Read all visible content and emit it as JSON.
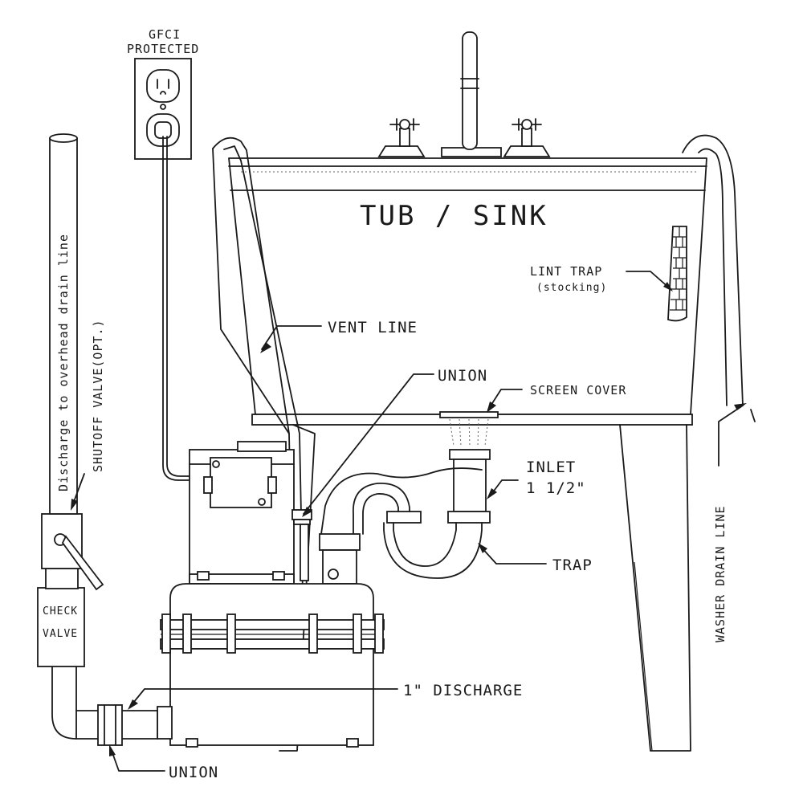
{
  "labels": {
    "gfci_line1": "GFCI",
    "gfci_line2": "PROTECTED",
    "tub": "TUB / SINK",
    "lint_trap": "LINT TRAP",
    "lint_trap_sub": "(stocking)",
    "vent_line": "VENT LINE",
    "union_top": "UNION",
    "screen_cover": "SCREEN COVER",
    "inlet_line1": "INLET",
    "inlet_line2": "1 1/2\"",
    "trap": "TRAP",
    "discharge": "1\" DISCHARGE",
    "union_bottom": "UNION",
    "check_valve_line1": "CHECK",
    "check_valve_line2": "VALVE",
    "overhead_drain": "Discharge to overhead drain line",
    "shutoff_valve": "SHUTOFF VALVE(OPT.)",
    "washer_drain": "WASHER DRAIN LINE"
  }
}
